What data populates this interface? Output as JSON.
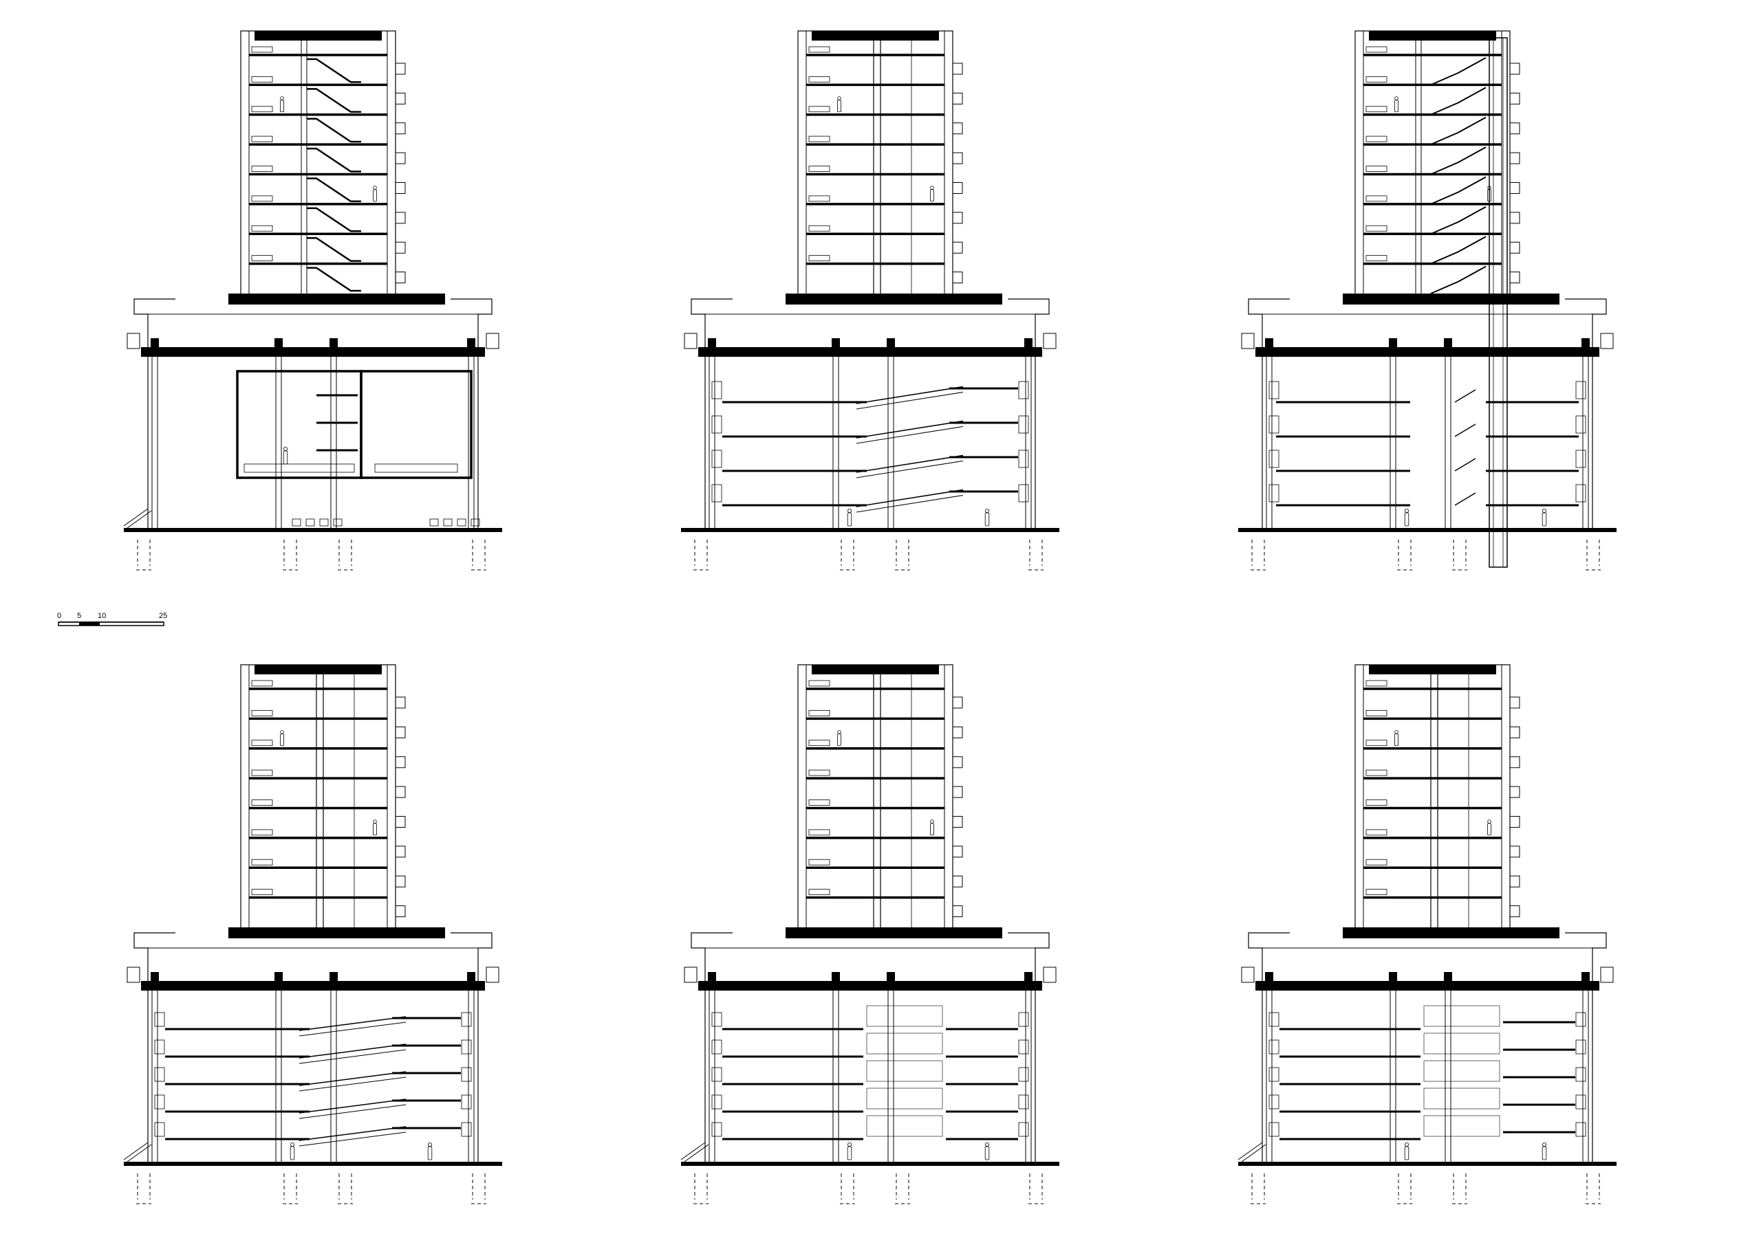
{
  "scale_bar": {
    "ticks": [
      "0",
      "5",
      "10",
      "25"
    ]
  },
  "colors": {
    "line": "#000000",
    "background": "#ffffff"
  },
  "sections": [
    {
      "id": "section-1",
      "tower_floors": 8,
      "podium_floors": 4,
      "core": "stair-left",
      "podium_type": "hall"
    },
    {
      "id": "section-2",
      "tower_floors": 8,
      "podium_floors": 4,
      "core": "ramp-center",
      "podium_type": "ramps"
    },
    {
      "id": "section-3",
      "tower_floors": 8,
      "podium_floors": 4,
      "core": "stair-diagonal",
      "podium_type": "decks"
    },
    {
      "id": "section-4",
      "tower_floors": 8,
      "podium_floors": 5,
      "core": "ramp-center",
      "podium_type": "ramps-wide"
    },
    {
      "id": "section-5",
      "tower_floors": 8,
      "podium_floors": 5,
      "core": "stair-center",
      "podium_type": "split"
    },
    {
      "id": "section-6",
      "tower_floors": 8,
      "podium_floors": 5,
      "core": "stair-center",
      "podium_type": "split-steps"
    }
  ]
}
